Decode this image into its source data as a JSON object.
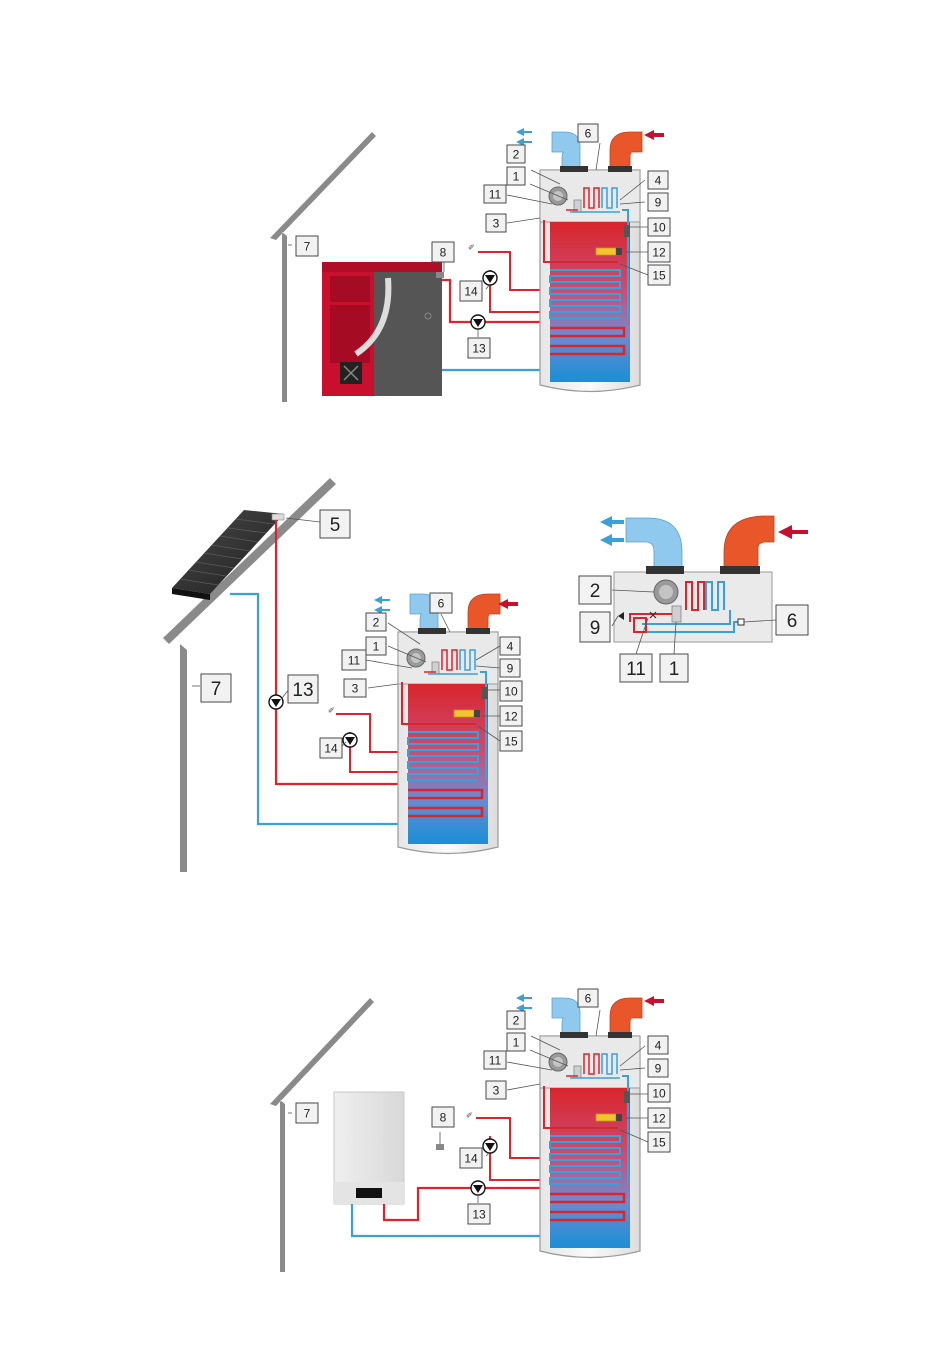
{
  "colors": {
    "hot": "#d9252c",
    "cold": "#3aa0d8",
    "duct_cold": "#8fc9ee",
    "duct_hot": "#e8562a",
    "tank_hot": "#d9252c",
    "tank_cold": "#1a8fd6",
    "boiler_red": "#c8102e",
    "boiler_grey": "#5a5a5a",
    "structure": "#7d7d7d",
    "label_border": "#4a4a4a",
    "label_fill": "#f2f2f2"
  },
  "icons": {
    "pump": "pump-icon",
    "airflow_out": "arrow-left-icon",
    "airflow_in": "arrow-left-icon",
    "tap": "tap-icon"
  },
  "diagrams": {
    "boiler": {
      "labels": [
        "1",
        "2",
        "3",
        "4",
        "6",
        "7",
        "8",
        "9",
        "10",
        "11",
        "12",
        "13",
        "14",
        "15"
      ]
    },
    "solar": {
      "labels": [
        "1",
        "2",
        "3",
        "4",
        "5",
        "6",
        "7",
        "9",
        "10",
        "11",
        "12",
        "13",
        "14",
        "15"
      ]
    },
    "detail": {
      "labels": [
        "1",
        "2",
        "6",
        "9",
        "11"
      ]
    },
    "gas": {
      "labels": [
        "1",
        "2",
        "3",
        "4",
        "6",
        "7",
        "8",
        "9",
        "10",
        "11",
        "12",
        "13",
        "14",
        "15"
      ]
    }
  }
}
